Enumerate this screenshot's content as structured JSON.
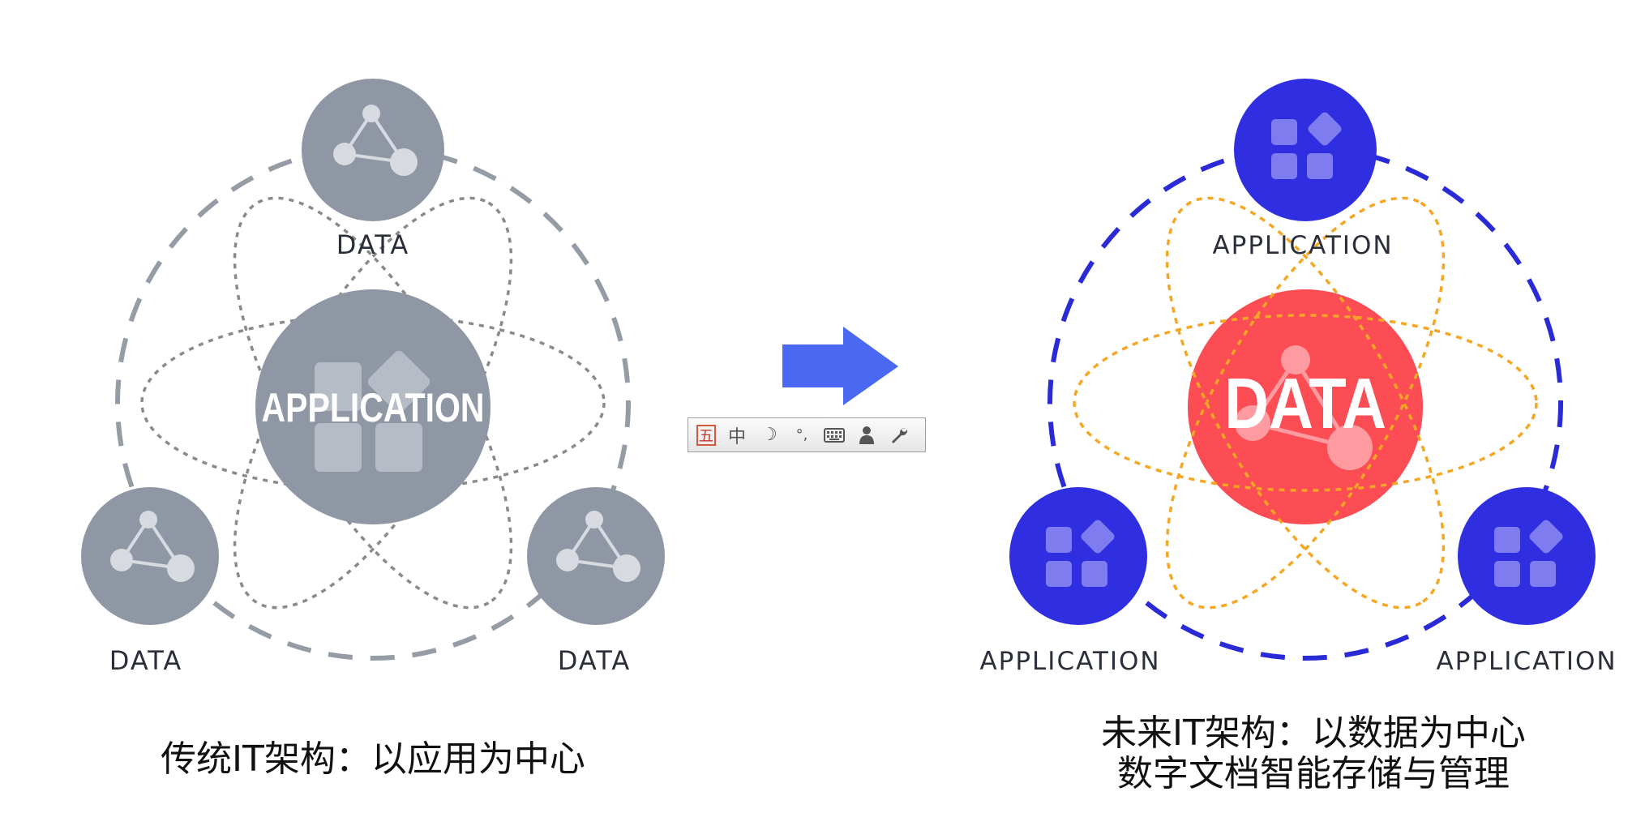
{
  "colors": {
    "grey_node": "#8e97a3",
    "grey_icon": "#d7dbe1",
    "grey_ring": "#959ca6",
    "grey_orbit": "#8a8a8a",
    "blue_node": "#2f2ee0",
    "blue_icon": "#7f7cf0",
    "blue_ring": "#2a2bd6",
    "orange_orbit": "#f5a623",
    "red_center": "#fc4c54",
    "red_icon": "#ffb6ba",
    "arrow": "#4a68f2"
  },
  "left_diagram": {
    "center_label": "APPLICATION",
    "top_label": "DATA",
    "bottom_left_label": "DATA",
    "bottom_right_label": "DATA",
    "node_icon": "data-network-icon",
    "center_icon": "app-grid-icon"
  },
  "right_diagram": {
    "center_label": "DATA",
    "top_label": "APPLICATION",
    "bottom_left_label": "APPLICATION",
    "bottom_right_label": "APPLICATION",
    "node_icon": "app-grid-icon",
    "center_icon": "data-network-icon"
  },
  "arrow_icon": "right-arrow-icon",
  "captions": {
    "left": "传统IT架构：以应用为中心",
    "right_line1": "未来IT架构：以数据为中心",
    "right_line2": "数字文档智能存储与管理"
  },
  "ime_toolbar": {
    "wubi": "五",
    "lang": "中",
    "width_mode": "☽",
    "punct": "°,",
    "icons": [
      "wubi-mode-icon",
      "chinese-mode-icon",
      "half-width-icon",
      "punctuation-icon",
      "keyboard-icon",
      "user-icon",
      "settings-wrench-icon"
    ]
  }
}
